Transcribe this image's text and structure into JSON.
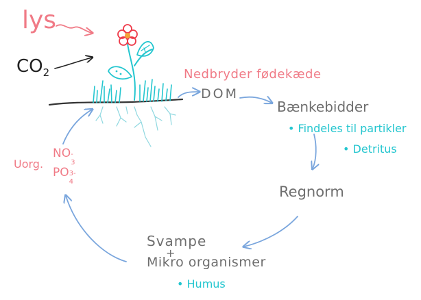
{
  "colors": {
    "pink": "#f07a86",
    "black": "#222222",
    "gray": "#6e6e6e",
    "cyan": "#24c6cf",
    "blue": "#7aa6dd",
    "flower_red": "#ee3b4a",
    "flower_center": "#f3a43a"
  },
  "labels": {
    "lys": "lys",
    "co2_main": "CO",
    "co2_sub": "2",
    "nedbryder": "Nedbryder fødekæde",
    "dom": "DOM",
    "baenkebidder": "Bænkebidder",
    "findeles": "• Findeles til partikler",
    "detritus": "• Detritus",
    "regnorm": "Regnorm",
    "svampe": "Svampe",
    "plus": "+",
    "mikro": "Mikro organismer",
    "humus": "• Humus",
    "uorg": "Uorg.",
    "no3_main": "NO",
    "no3_sub": "3",
    "no3_sup": "-",
    "po4_main": "PO",
    "po4_sub": "4",
    "po4_sup": "3-"
  },
  "icons": [
    "flower-icon",
    "grass-icon",
    "roots-icon",
    "arrow-icon"
  ]
}
